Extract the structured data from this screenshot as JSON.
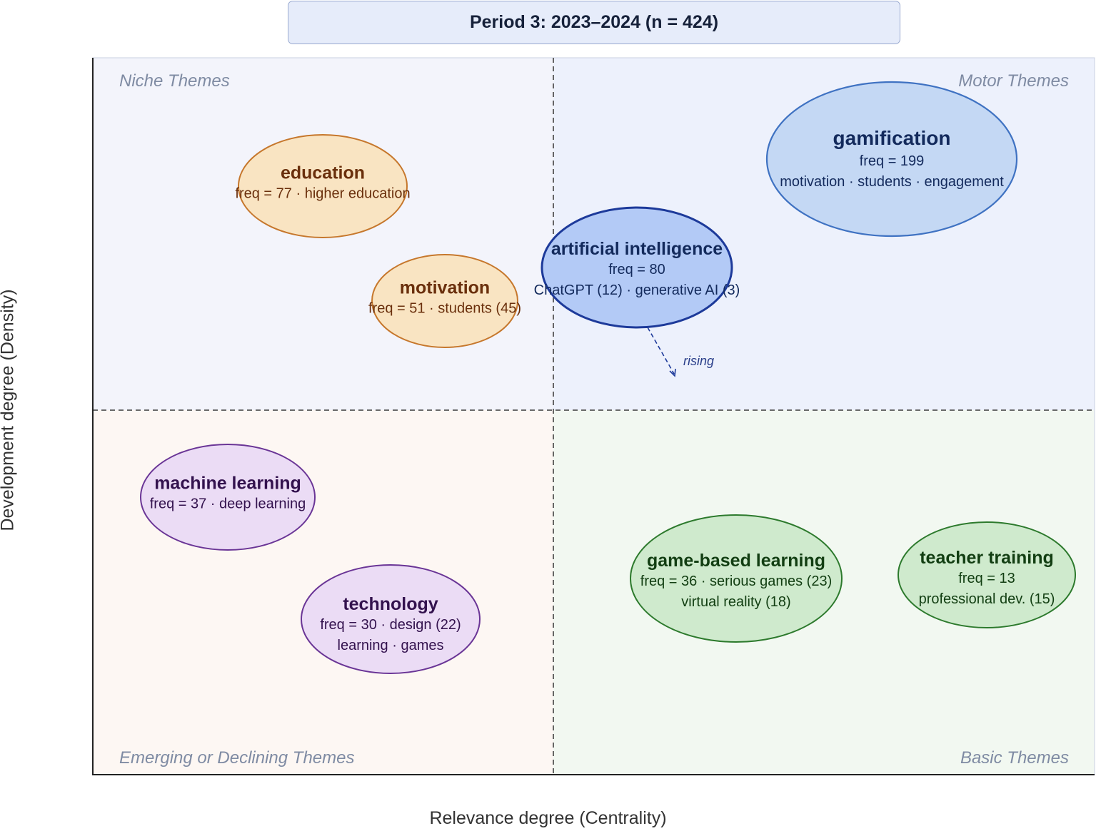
{
  "title": "Period 3: 2023–2024 (n = 424)",
  "axes": {
    "x_label": "Relevance degree (Centrality)",
    "y_label": "Development degree (Density)"
  },
  "quadrants": {
    "niche": "Niche Themes",
    "motor": "Motor Themes",
    "emerging": "Emerging or Declining Themes",
    "basic": "Basic Themes"
  },
  "colors": {
    "niche_fill": "#f9e4c2",
    "niche_stroke": "#c6772c",
    "niche_text": "#6a2f0c",
    "motor_fill": "#c4d8f4",
    "motor_stroke": "#3f72c2",
    "motor_text": "#132a5c",
    "ai_fill": "#b3caf6",
    "ai_stroke": "#1d3a9a",
    "emerging_fill": "#ebdcf5",
    "emerging_stroke": "#6a3596",
    "emerging_text": "#33124e",
    "basic_fill": "#cfeacd",
    "basic_stroke": "#2d7a2d",
    "basic_text": "#123e12"
  },
  "themes": [
    {
      "id": "education",
      "name": "education",
      "lines": [
        "freq = 77 · higher education"
      ]
    },
    {
      "id": "motivation",
      "name": "motivation",
      "lines": [
        "freq = 51 · students (45)"
      ]
    },
    {
      "id": "gamification",
      "name": "gamification",
      "lines": [
        "freq = 199",
        "motivation · students · engagement"
      ]
    },
    {
      "id": "artificial-intelligence",
      "name": "artificial intelligence",
      "lines": [
        "freq = 80",
        "ChatGPT (12) · generative AI (3)"
      ]
    },
    {
      "id": "machine-learning",
      "name": "machine learning",
      "lines": [
        "freq = 37 · deep learning"
      ]
    },
    {
      "id": "technology",
      "name": "technology",
      "lines": [
        "freq = 30 · design (22)",
        "learning · games"
      ]
    },
    {
      "id": "game-based-learning",
      "name": "game-based learning",
      "lines": [
        "freq = 36 · serious games (23)",
        "virtual reality (18)"
      ]
    },
    {
      "id": "teacher-training",
      "name": "teacher training",
      "lines": [
        "freq = 13",
        "professional dev. (15)"
      ]
    }
  ],
  "annotation": {
    "rising": "rising"
  }
}
